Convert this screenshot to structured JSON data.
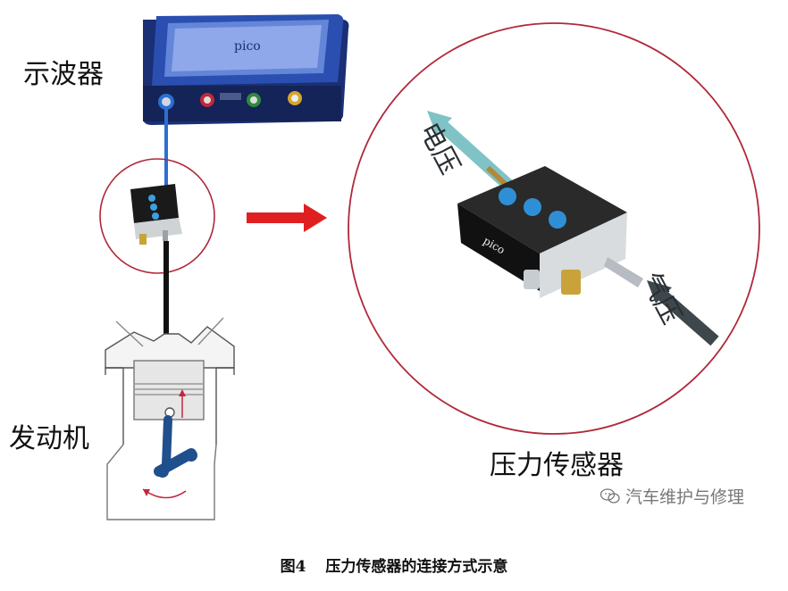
{
  "labels": {
    "oscilloscope": "示波器",
    "engine": "发动机",
    "sensor": "压力传感器",
    "voltage": "电压",
    "pressure": "气压",
    "brand": "pico"
  },
  "caption": {
    "number": "图4",
    "text": "压力传感器的连接方式示意"
  },
  "watermark": {
    "text": "汽车维护与修理",
    "icon": "wechat-icon"
  },
  "colors": {
    "circle": "#b0283a",
    "arrow_red": "#e02020",
    "voltage_arrow": "#7fc3c6",
    "pressure_arrow": "#3d474c",
    "oscilloscope_body": "#1e3a8a",
    "cable_blue": "#2b6fd1",
    "hose_black": "#111111",
    "crank": "#1f4f8c"
  }
}
